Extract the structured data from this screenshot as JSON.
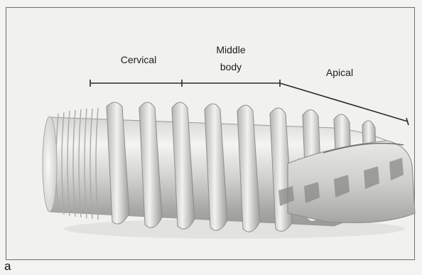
{
  "labels": {
    "cervical": "Cervical",
    "middle_line1": "Middle",
    "middle_line2": "body",
    "apical": "Apical"
  },
  "panel_letter": "a",
  "colors": {
    "background": "#f1f1ef",
    "implant_light": "#e4e4e2",
    "implant_mid": "#c2c2c0",
    "implant_dark": "#8a8a88",
    "bracket_line": "#2a2a2a"
  }
}
